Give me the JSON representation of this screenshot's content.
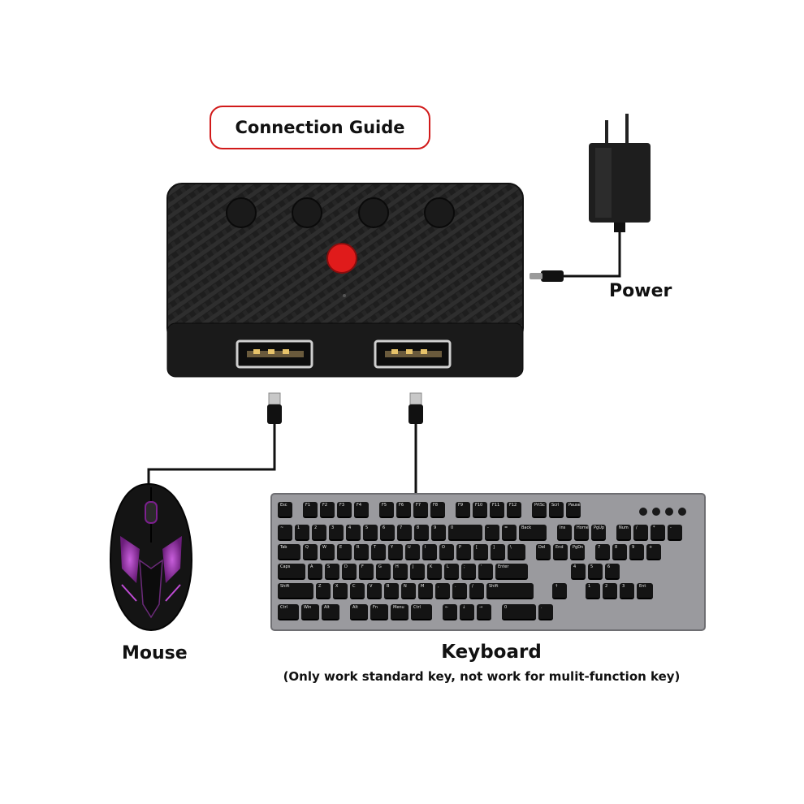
{
  "title": "Connection Guide",
  "labels": {
    "power": "Power",
    "mouse": "Mouse",
    "keyboard": "Keyboard",
    "keyboard_note": "(Only work standard key, not work for mulit-function key)"
  },
  "colors": {
    "accent_red": "#d11a1a",
    "switch_button_red": "#e01b1b",
    "device_black": "#1c1c1c",
    "keyboard_frame": "#9a9a9e",
    "mouse_glow": "#c04bd6"
  },
  "switch_box": {
    "buttons": 4,
    "usb_ports": 2
  },
  "keyboard_rows": [
    [
      "Esc",
      "",
      "F1",
      "F2",
      "F3",
      "F4",
      "",
      "F5",
      "F6",
      "F7",
      "F8",
      "",
      "F9",
      "F10",
      "F11",
      "F12",
      "",
      "PrtSc",
      "Scrl",
      "Pause"
    ],
    [
      "~",
      "1",
      "2",
      "3",
      "4",
      "5",
      "6",
      "7",
      "8",
      "9",
      "0",
      "-",
      "=",
      "Back",
      "",
      "Ins",
      "Home",
      "PgUp",
      "",
      "Num",
      "/",
      "*",
      "-"
    ],
    [
      "Tab",
      "Q",
      "W",
      "E",
      "R",
      "T",
      "Y",
      "U",
      "I",
      "O",
      "P",
      "[",
      "]",
      "\\",
      "",
      "Del",
      "End",
      "PgDn",
      "",
      "7",
      "8",
      "9",
      "+"
    ],
    [
      "Caps",
      "A",
      "S",
      "D",
      "F",
      "G",
      "H",
      "J",
      "K",
      "L",
      ";",
      "'",
      "Enter",
      "",
      "",
      "",
      "",
      "",
      "4",
      "5",
      "6"
    ],
    [
      "Shift",
      "Z",
      "X",
      "C",
      "V",
      "B",
      "N",
      "M",
      ",",
      ".",
      "/",
      "Shift",
      "",
      "",
      "↑",
      "",
      "",
      "1",
      "2",
      "3",
      "Ent"
    ],
    [
      "Ctrl",
      "Win",
      "Alt",
      "",
      "Alt",
      "Fn",
      "Menu",
      "Ctrl",
      "",
      "←",
      "↓",
      "→",
      "",
      "0",
      "."
    ]
  ]
}
